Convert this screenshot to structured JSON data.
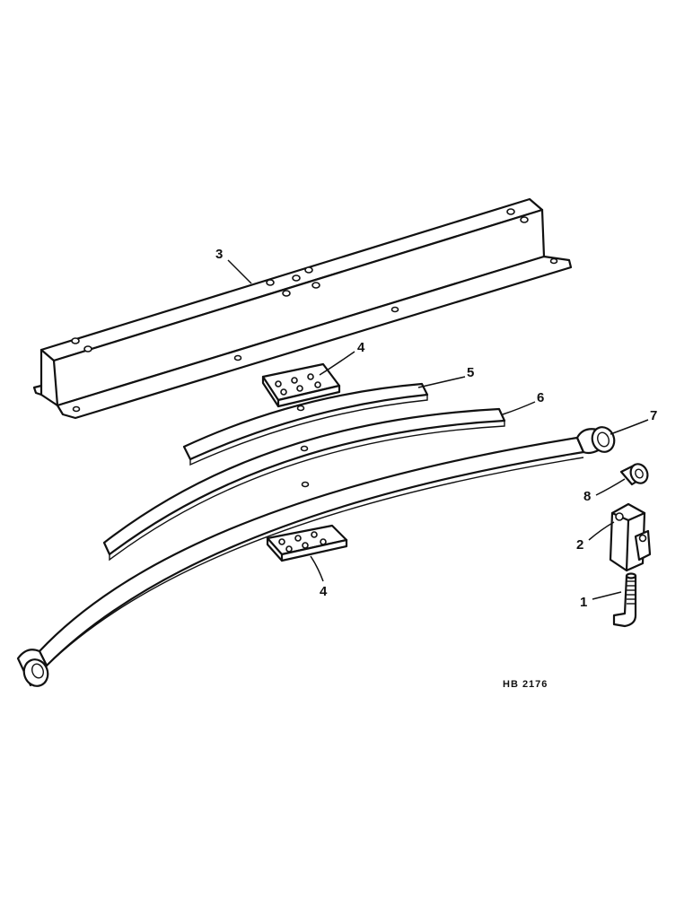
{
  "callouts": {
    "c1": "1",
    "c2": "2",
    "c3": "3",
    "c4a": "4",
    "c4b": "4",
    "c5": "5",
    "c6": "6",
    "c7": "7",
    "c8": "8"
  },
  "reference": "HB 2176"
}
